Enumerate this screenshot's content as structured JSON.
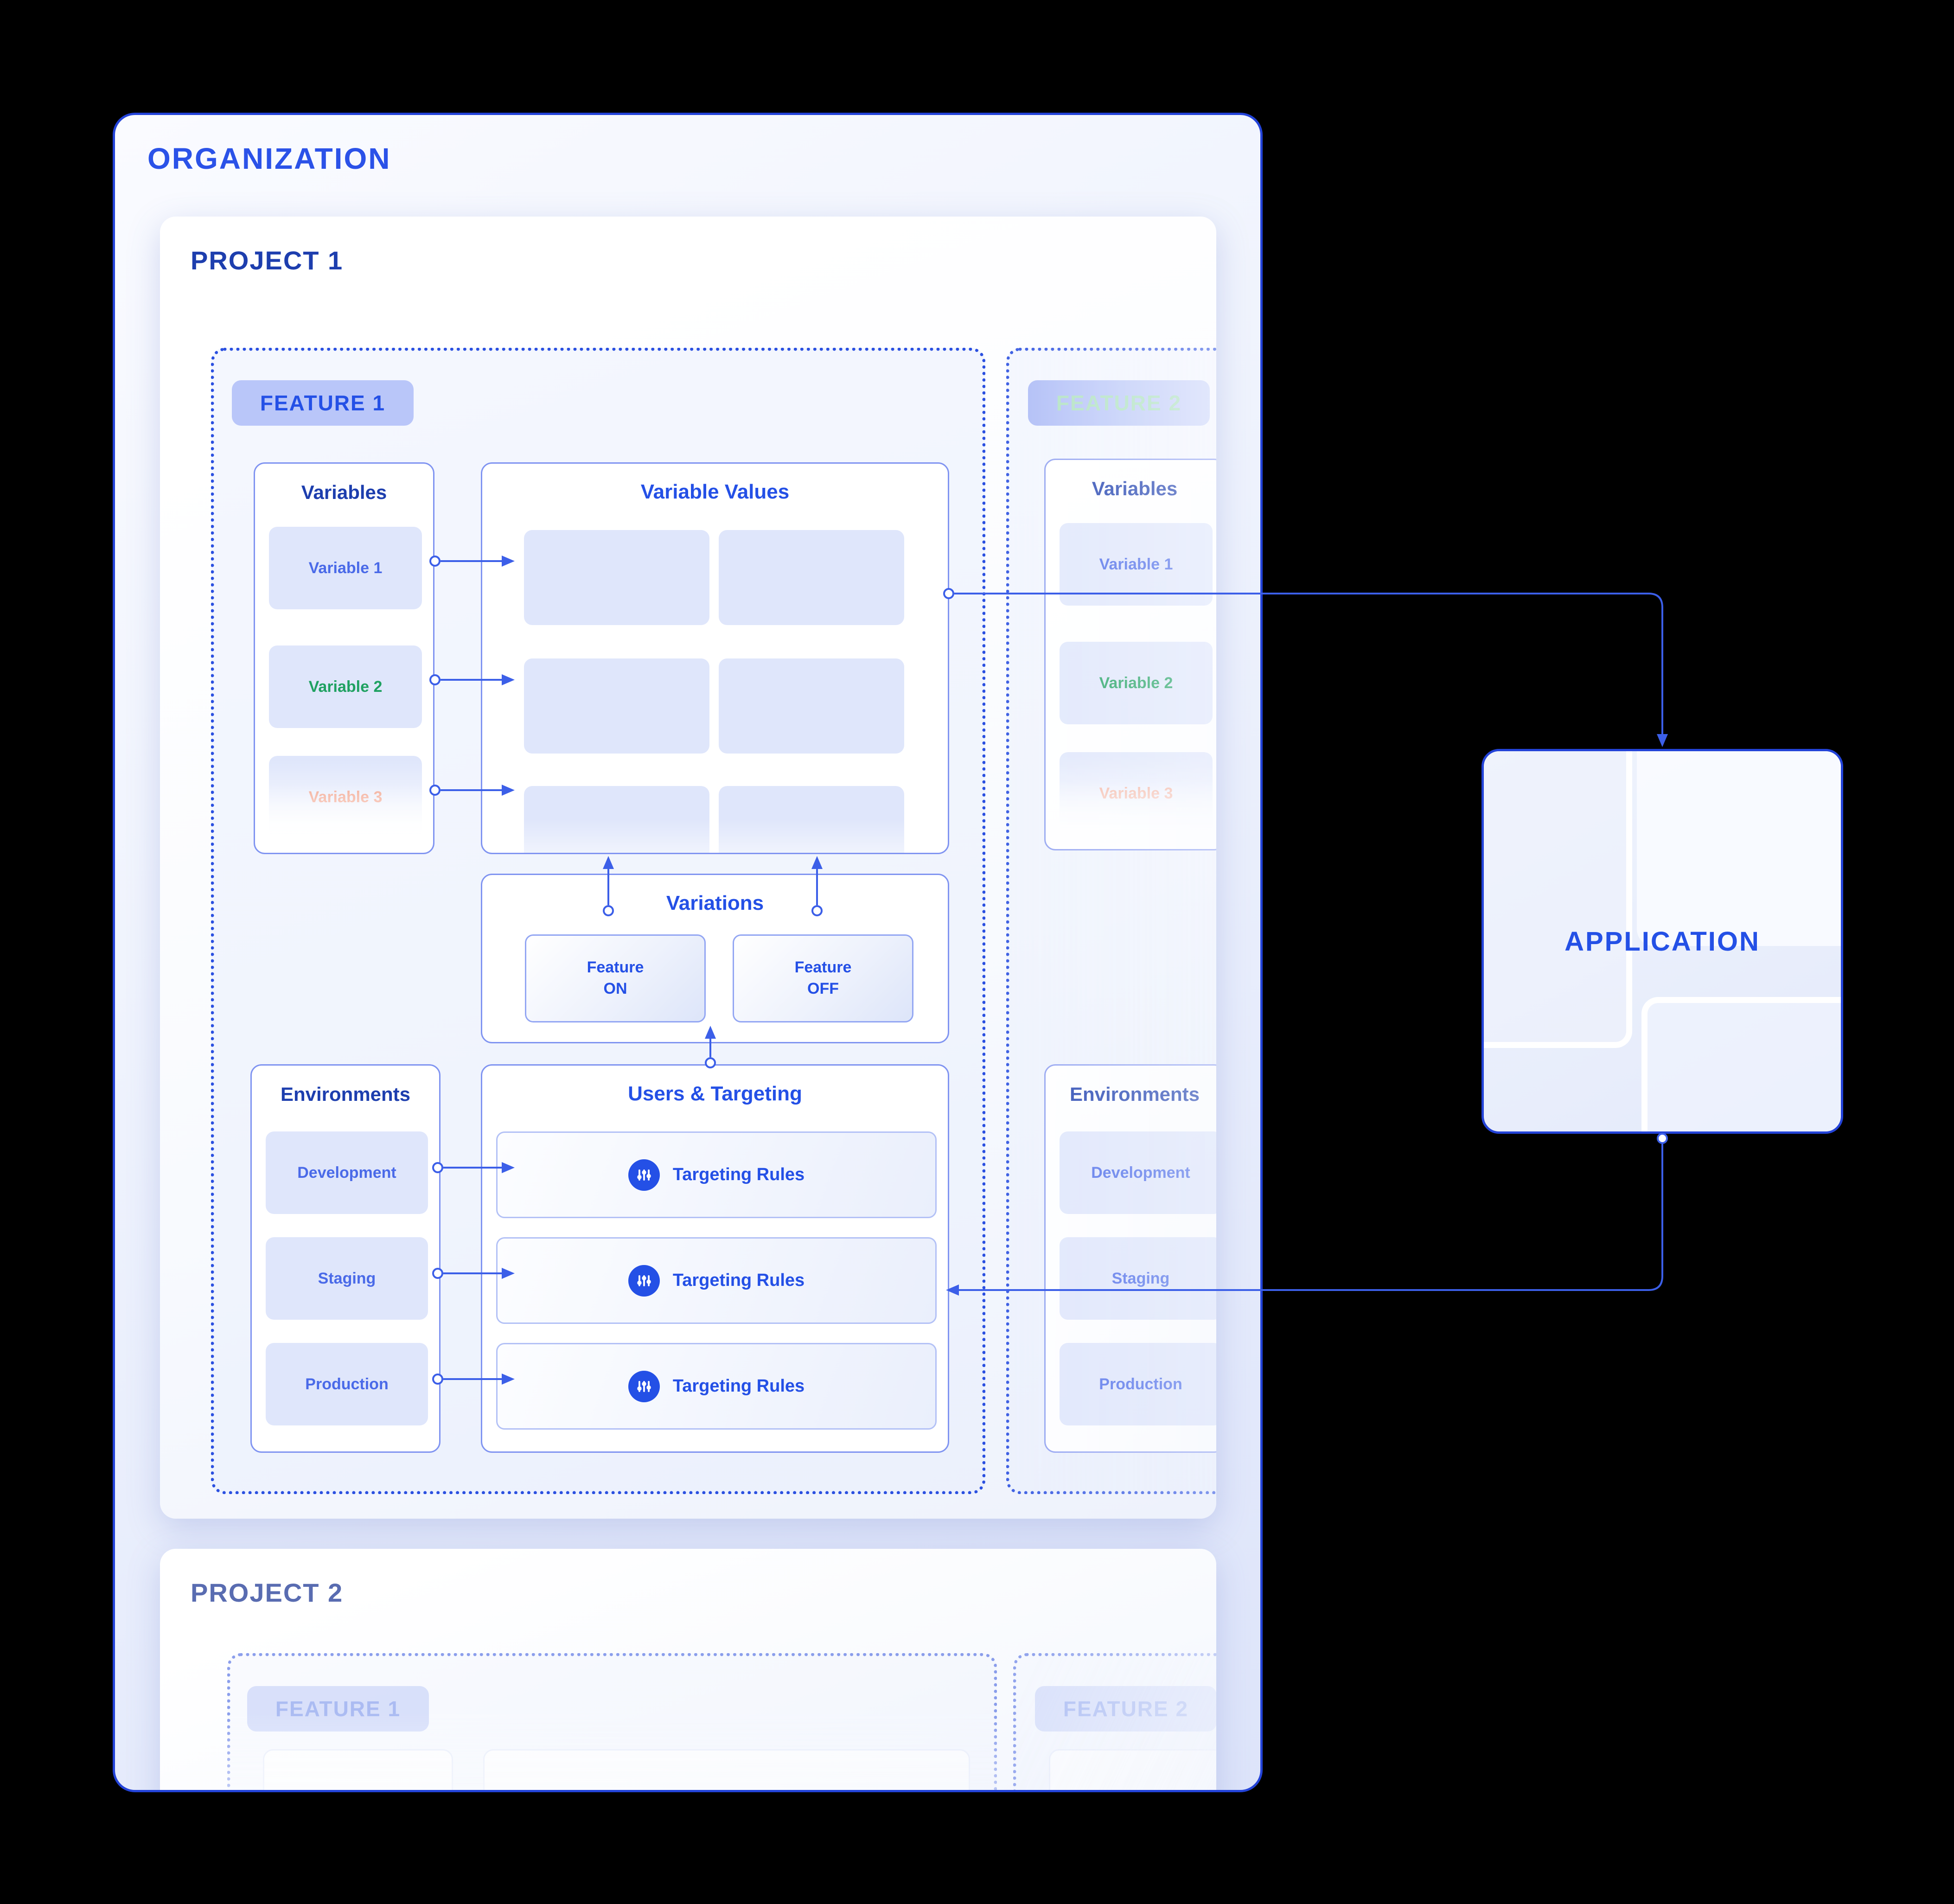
{
  "org": {
    "title": "ORGANIZATION"
  },
  "application": {
    "title": "APPLICATION"
  },
  "p1": {
    "title": "PROJECT 1",
    "f1": {
      "label": "FEATURE 1",
      "variables": {
        "title": "Variables",
        "items": [
          {
            "label": "Variable 1"
          },
          {
            "label": "Variable 2"
          },
          {
            "label": "Variable 3"
          }
        ]
      },
      "values": {
        "title": "Variable Values"
      },
      "variations": {
        "title": "Variations",
        "on_label": "Feature ON",
        "off_label": "Feature OFF"
      },
      "environments": {
        "title": "Environments",
        "items": [
          {
            "label": "Development"
          },
          {
            "label": "Staging"
          },
          {
            "label": "Production"
          }
        ]
      },
      "targeting": {
        "title": "Users & Targeting",
        "rules": [
          {
            "label": "Targeting Rules"
          },
          {
            "label": "Targeting Rules"
          },
          {
            "label": "Targeting Rules"
          }
        ]
      }
    },
    "f2": {
      "label": "FEATURE 2",
      "variables": {
        "title": "Variables",
        "items": [
          {
            "label": "Variable 1"
          },
          {
            "label": "Variable 2"
          },
          {
            "label": "Variable 3"
          }
        ]
      },
      "environments": {
        "title": "Environments",
        "items": [
          {
            "label": "Development"
          },
          {
            "label": "Staging"
          },
          {
            "label": "Production"
          }
        ]
      }
    }
  },
  "p2": {
    "title": "PROJECT 2",
    "f1_label": "FEATURE 1",
    "f2_label": "FEATURE 2"
  },
  "icons": {
    "targeting_rule": "sliders-icon"
  },
  "colors": {
    "accent": "#2450e6",
    "outer_border": "#2343d8",
    "panel_border": "#8094f1",
    "item_bg": "#dfe6fb",
    "chip_bg": "#b9c6f9",
    "variable1": "#4a6ae8",
    "variable2": "#1fa161",
    "variable3": "#f4ac96",
    "feature2_label": "#ade0bf",
    "arrow": "#3c5fe8"
  }
}
